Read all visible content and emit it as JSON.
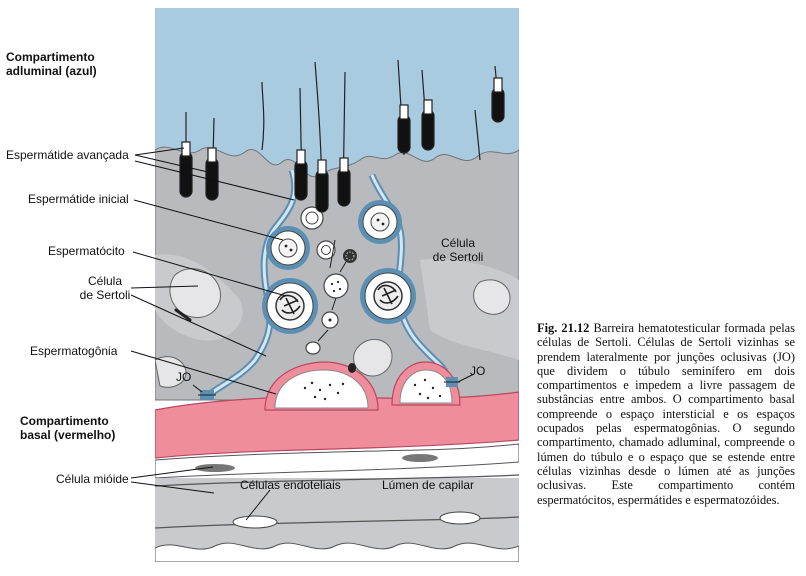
{
  "labels": {
    "adluminal": [
      "Compartimento",
      "adluminal (azul)"
    ],
    "espermatide_avancada": "Espermátide avançada",
    "espermatide_inicial": "Espermátide inicial",
    "espermatocito": "Espermatócito",
    "celula_sertoli_left": [
      "Célula",
      "de Sertoli"
    ],
    "espermatogonia": "Espermatogônia",
    "jo_left": "JO",
    "jo_right": "JO",
    "basal": [
      "Compartimento",
      "basal (vermelho)"
    ],
    "celula_mioide": "Célula mióide",
    "celulas_endoteliais": "Células endoteliais",
    "lumen_capilar": "Lúmen de capilar",
    "celula_sertoli_right": [
      "Célula",
      "de Sertoli"
    ]
  },
  "caption": {
    "figure": "Fig. 21.12",
    "text": "Barreira hematotesticular formada pelas células de Sertoli. Células de Sertoli vizinhas se prendem lateralmente por junções oclusivas (JO) que dividem o túbulo seminífero em dois compartimentos e impedem a livre passagem de substâncias entre ambos. O compartimento basal compreende o espaço intersticial e os espaços ocupados pelas espermatogônias. O segundo compartimento, chamado adluminal, compreende o lúmen do túbulo e o espaço que se estende entre células vizinhas desde o lúmen até as junções oclusivas. Este compartimento contém espermatócitos, espermátides e espermatozóides."
  },
  "colors": {
    "adluminal_blue": "#a9cbe0",
    "sertoli_gray": "#b9babd",
    "basal_pink": "#f08d9c",
    "membrane_blue": "#5b8fb3",
    "capillary_gray": "#c8cacd",
    "line_dark": "#1a1a1a"
  }
}
